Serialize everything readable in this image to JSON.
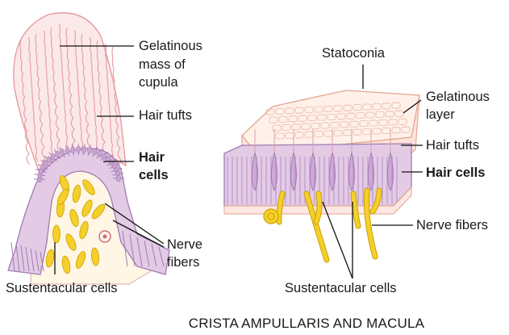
{
  "crista": {
    "gelatinous_line1": "Gelatinous",
    "gelatinous_line2": "mass of",
    "gelatinous_line3": "cupula",
    "hair_tufts": "Hair tufts",
    "hair_cells_line1": "Hair",
    "hair_cells_line2": "cells",
    "nerve_line1": "Nerve",
    "nerve_line2": "fibers",
    "sustentacular": "Sustentacular cells"
  },
  "macula": {
    "statoconia": "Statoconia",
    "gelatinous_line1": "Gelatinous",
    "gelatinous_line2": "layer",
    "hair_tufts": "Hair tufts",
    "hair_cells": "Hair cells",
    "nerve_fibers": "Nerve fibers",
    "sustentacular": "Sustentacular cells"
  },
  "caption": "CRISTA AMPULLARIS AND MACULA",
  "colors": {
    "cupula_fill": "#fbe9ea",
    "cupula_lines": "#e79aa0",
    "cell_fill": "#e3cbe6",
    "cell_line": "#a27ab0",
    "nerve_fill": "#f5cf2a",
    "nerve_edge": "#c9a000",
    "gel_fill": "#fde3da",
    "statoconia_fill": "#fff1ea"
  }
}
